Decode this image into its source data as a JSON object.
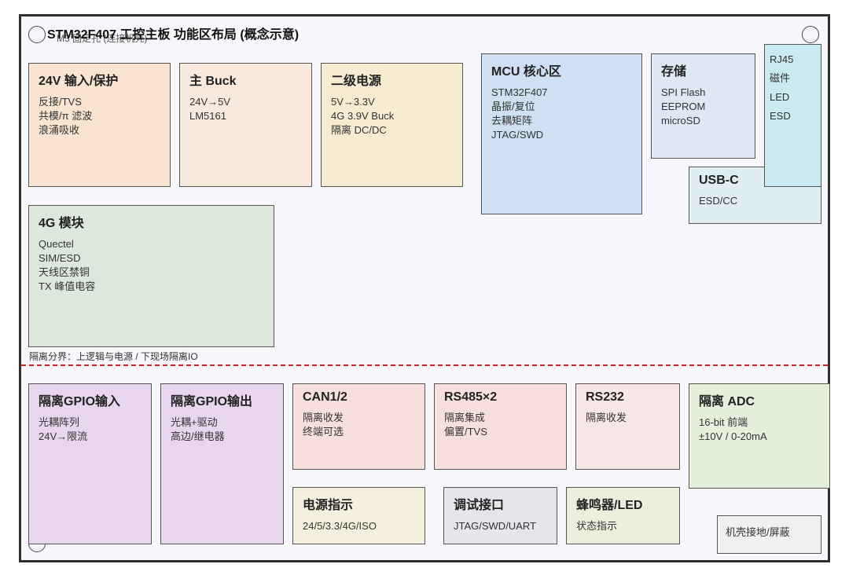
{
  "title": "STM32F407 工控主板 功能区布局 (概念示意)",
  "mount_note": "M3 固定孔 (连接机壳)",
  "split_label": "隔离分界：上逻辑与电源 / 下现场隔离IO",
  "colors": {
    "orange": "#f8e4d0",
    "peach": "#f8e9dc",
    "cream": "#f7ebd2",
    "green": "#dce8dc",
    "blue": "#cfe0f2",
    "lightblue": "#dde8f4",
    "cyan": "#c8eaf0",
    "paleblue": "#e0eef3",
    "purple": "#e8d6ee",
    "pink": "#f7e0dc",
    "lightpink": "#f7e6e6",
    "yellow": "#f5f0de",
    "gray": "#e4e6ea",
    "lime": "#ebf0dc",
    "palegreen": "#e4efdc",
    "boxgray": "#f0f0f0",
    "divider": "#d21f2a"
  },
  "blocks": {
    "input": {
      "title": "24V 输入/保护",
      "lines": [
        "反接/TVS",
        "共模/π 滤波",
        "浪涌吸收"
      ]
    },
    "buck": {
      "title": "主 Buck",
      "lines": [
        "24V→5V",
        "LM5161"
      ]
    },
    "power2": {
      "title": "二级电源",
      "lines": [
        "5V→3.3V",
        "4G 3.9V Buck",
        "隔离 DC/DC"
      ]
    },
    "mcu": {
      "title": "MCU 核心区",
      "lines": [
        "STM32F407",
        "晶振/复位",
        "去耦矩阵",
        "JTAG/SWD"
      ]
    },
    "storage": {
      "title": "存储",
      "lines": [
        "SPI Flash",
        "EEPROM",
        "microSD"
      ]
    },
    "rj45": {
      "title": "RJ45",
      "lines": [
        "磁件",
        "LED",
        "ESD"
      ]
    },
    "usbc": {
      "title": "USB-C",
      "lines": [
        "ESD/CC"
      ]
    },
    "lte": {
      "title": "4G 模块",
      "lines": [
        "Quectel",
        "SIM/ESD",
        "天线区禁铜",
        "TX 峰值电容"
      ]
    },
    "gpio_in": {
      "title": "隔离GPIO输入",
      "lines": [
        "光耦阵列",
        "24V→限流"
      ]
    },
    "gpio_out": {
      "title": "隔离GPIO输出",
      "lines": [
        "光耦+驱动",
        "高边/继电器"
      ]
    },
    "can": {
      "title": "CAN1/2",
      "lines": [
        "隔离收发",
        "终端可选"
      ]
    },
    "rs485": {
      "title": "RS485×2",
      "lines": [
        "隔离集成",
        "偏置/TVS"
      ]
    },
    "rs232": {
      "title": "RS232",
      "lines": [
        "隔离收发"
      ]
    },
    "adc": {
      "title": "隔离 ADC",
      "lines": [
        "16-bit 前端",
        "±10V / 0-20mA"
      ]
    },
    "pwr_ind": {
      "title": "电源指示",
      "lines": [
        "24/5/3.3/4G/ISO"
      ]
    },
    "debug": {
      "title": "调试接口",
      "lines": [
        "JTAG/SWD/UART"
      ]
    },
    "buzzer": {
      "title": "蜂鸣器/LED",
      "lines": [
        "状态指示"
      ]
    },
    "chassis": {
      "title": "",
      "lines": [
        "机壳接地/屏蔽"
      ]
    }
  }
}
